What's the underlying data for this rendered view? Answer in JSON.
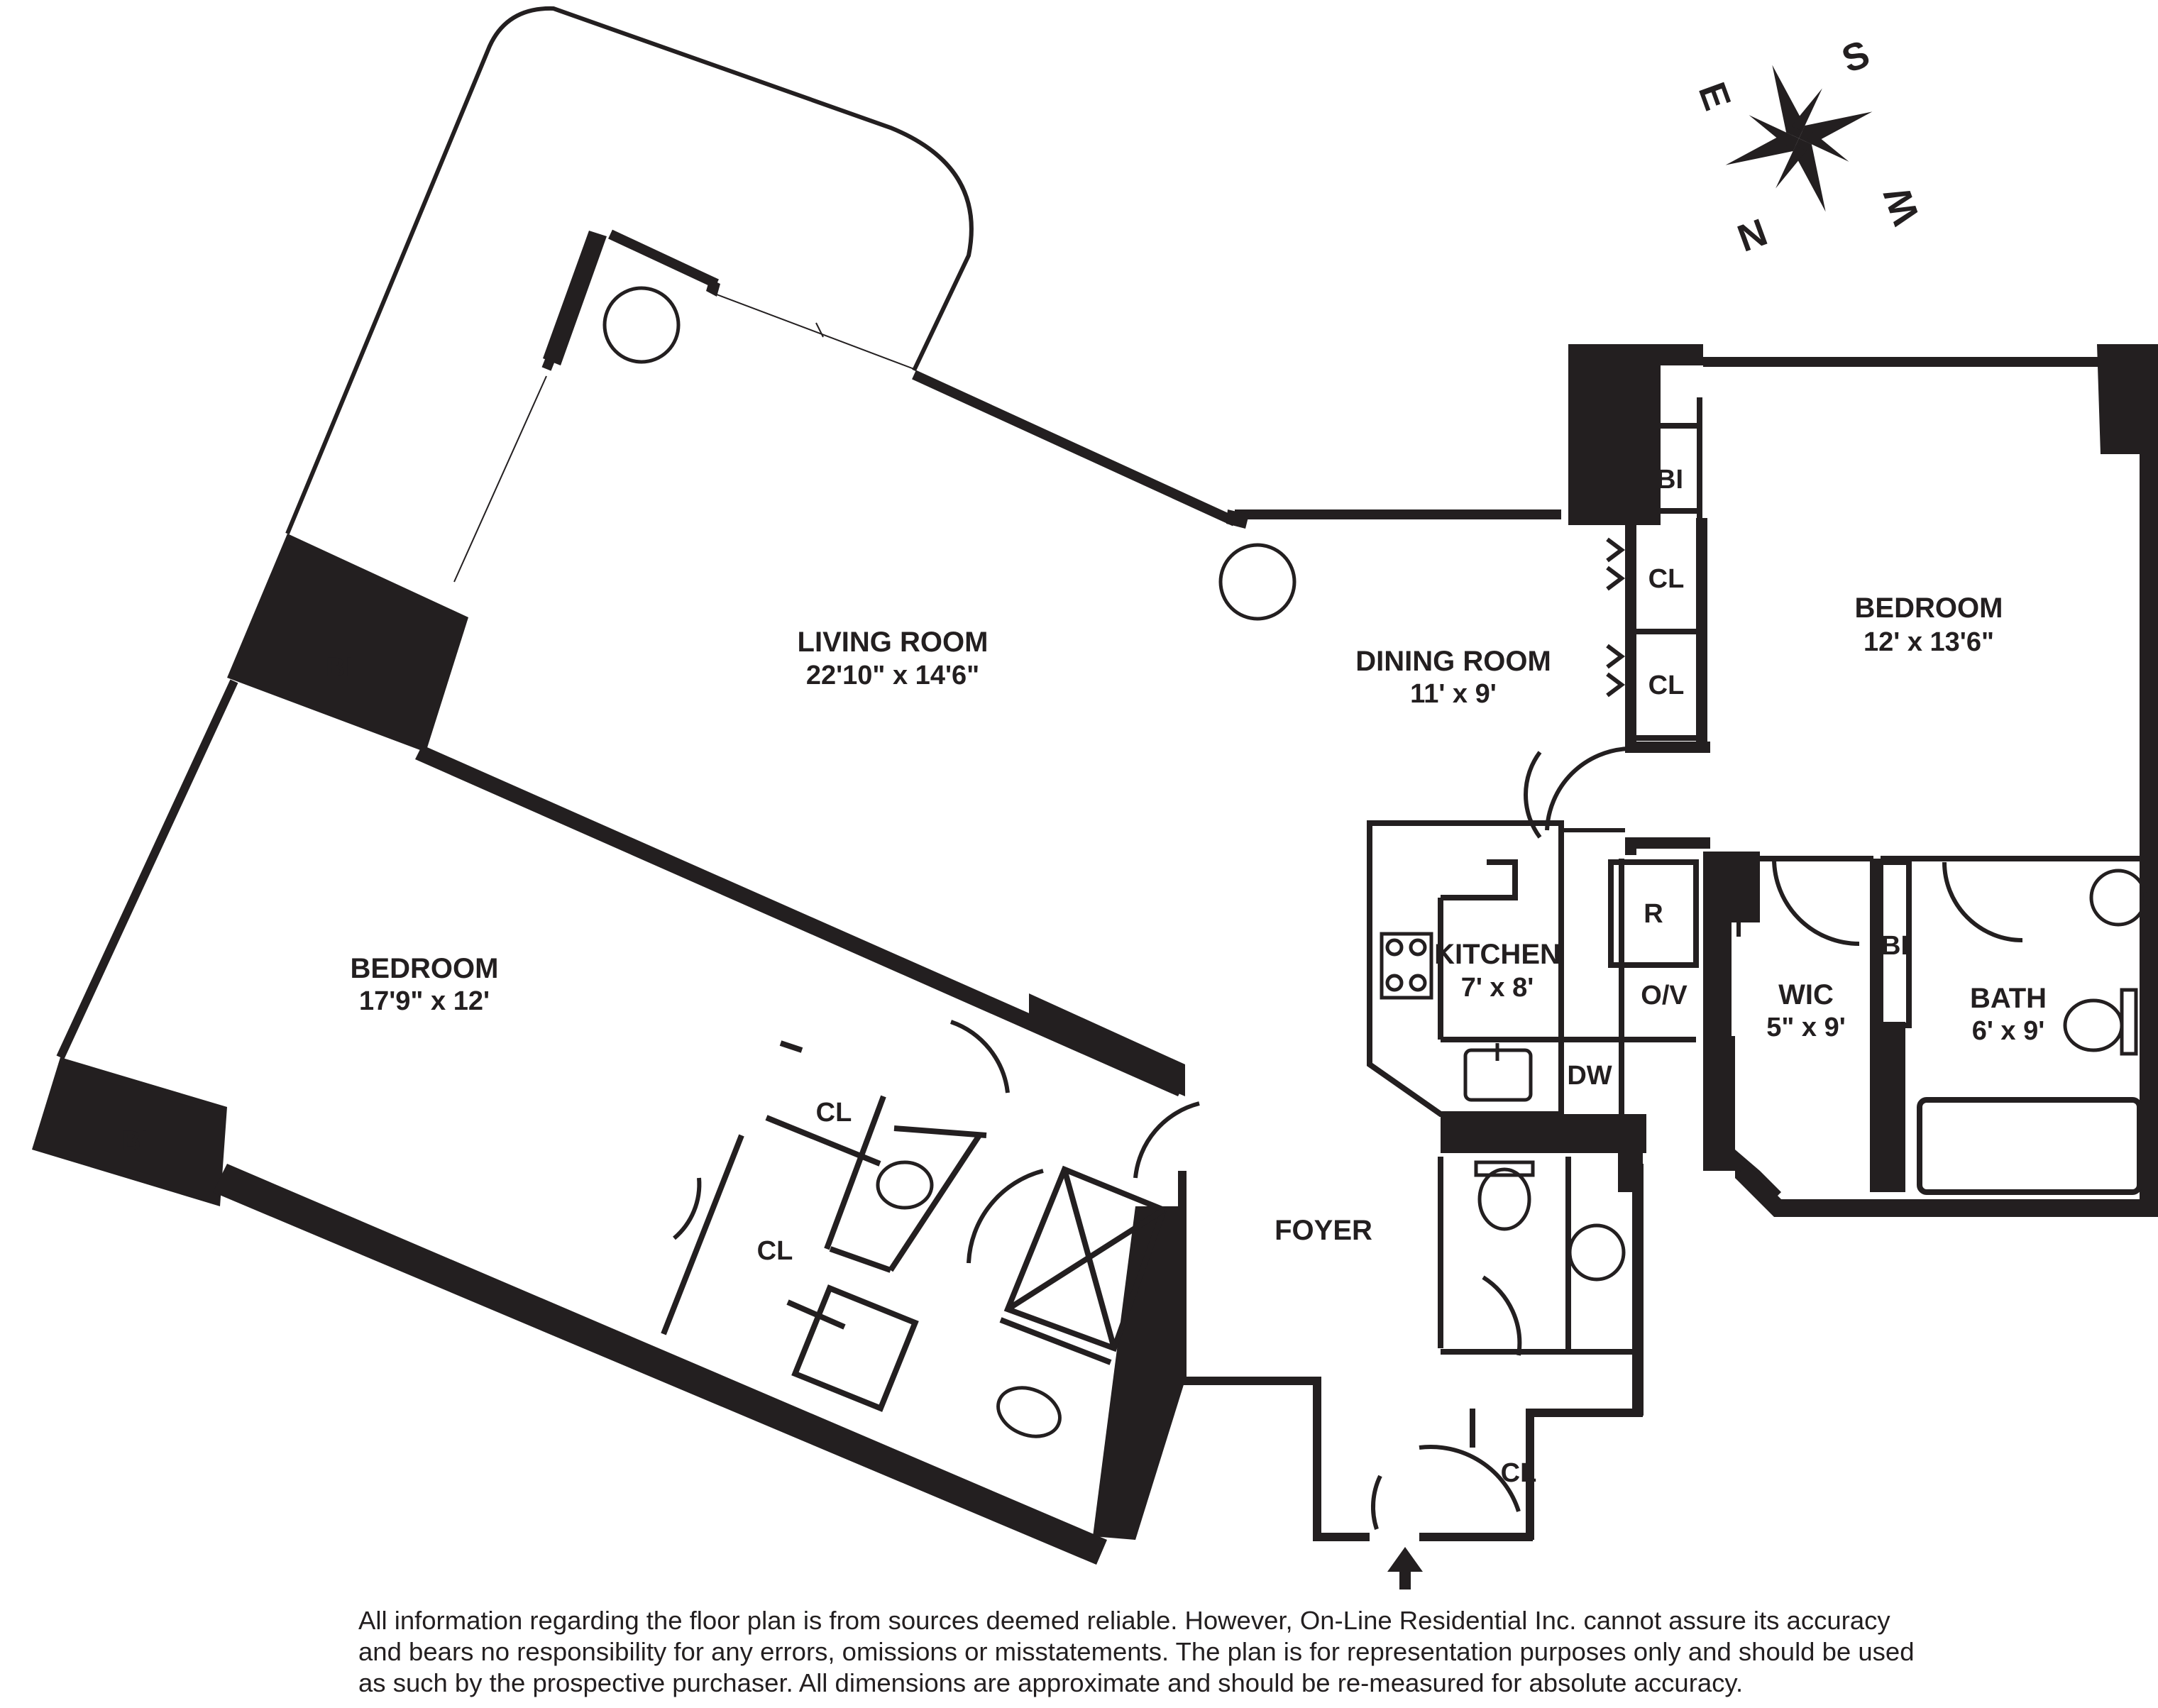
{
  "rooms": {
    "living_room": {
      "name": "LIVING ROOM",
      "dims": "22'10\" x 14'6\""
    },
    "dining_room": {
      "name": "DINING ROOM",
      "dims": "11' x 9'"
    },
    "bedroom_east": {
      "name": "BEDROOM",
      "dims": "12' x 13'6\""
    },
    "bedroom_west": {
      "name": "BEDROOM",
      "dims": "17'9\" x 12'"
    },
    "kitchen": {
      "name": "KITCHEN",
      "dims": "7' x 8'"
    },
    "wic": {
      "name": "WIC",
      "dims": "5\" x 9'"
    },
    "bath": {
      "name": "BATH",
      "dims": "6' x 9'"
    },
    "foyer": {
      "name": "FOYER"
    }
  },
  "small_labels": {
    "bi": "BI",
    "cl": "CL",
    "refrigerator": "R",
    "oven": "O/V",
    "dishwasher": "DW"
  },
  "compass": {
    "north": "N",
    "south": "S",
    "east": "E",
    "west": "W"
  },
  "disclaimer": {
    "lines": [
      "All information regarding the floor plan is from sources deemed reliable. However, On-Line Residential Inc. cannot assure its accuracy",
      "and bears no responsibility for any errors, omissions or misstatements. The plan is for representation purposes only and should be used",
      "as such by the prospective purchaser. All dimensions are approximate and should be re-measured for absolute accuracy."
    ]
  }
}
